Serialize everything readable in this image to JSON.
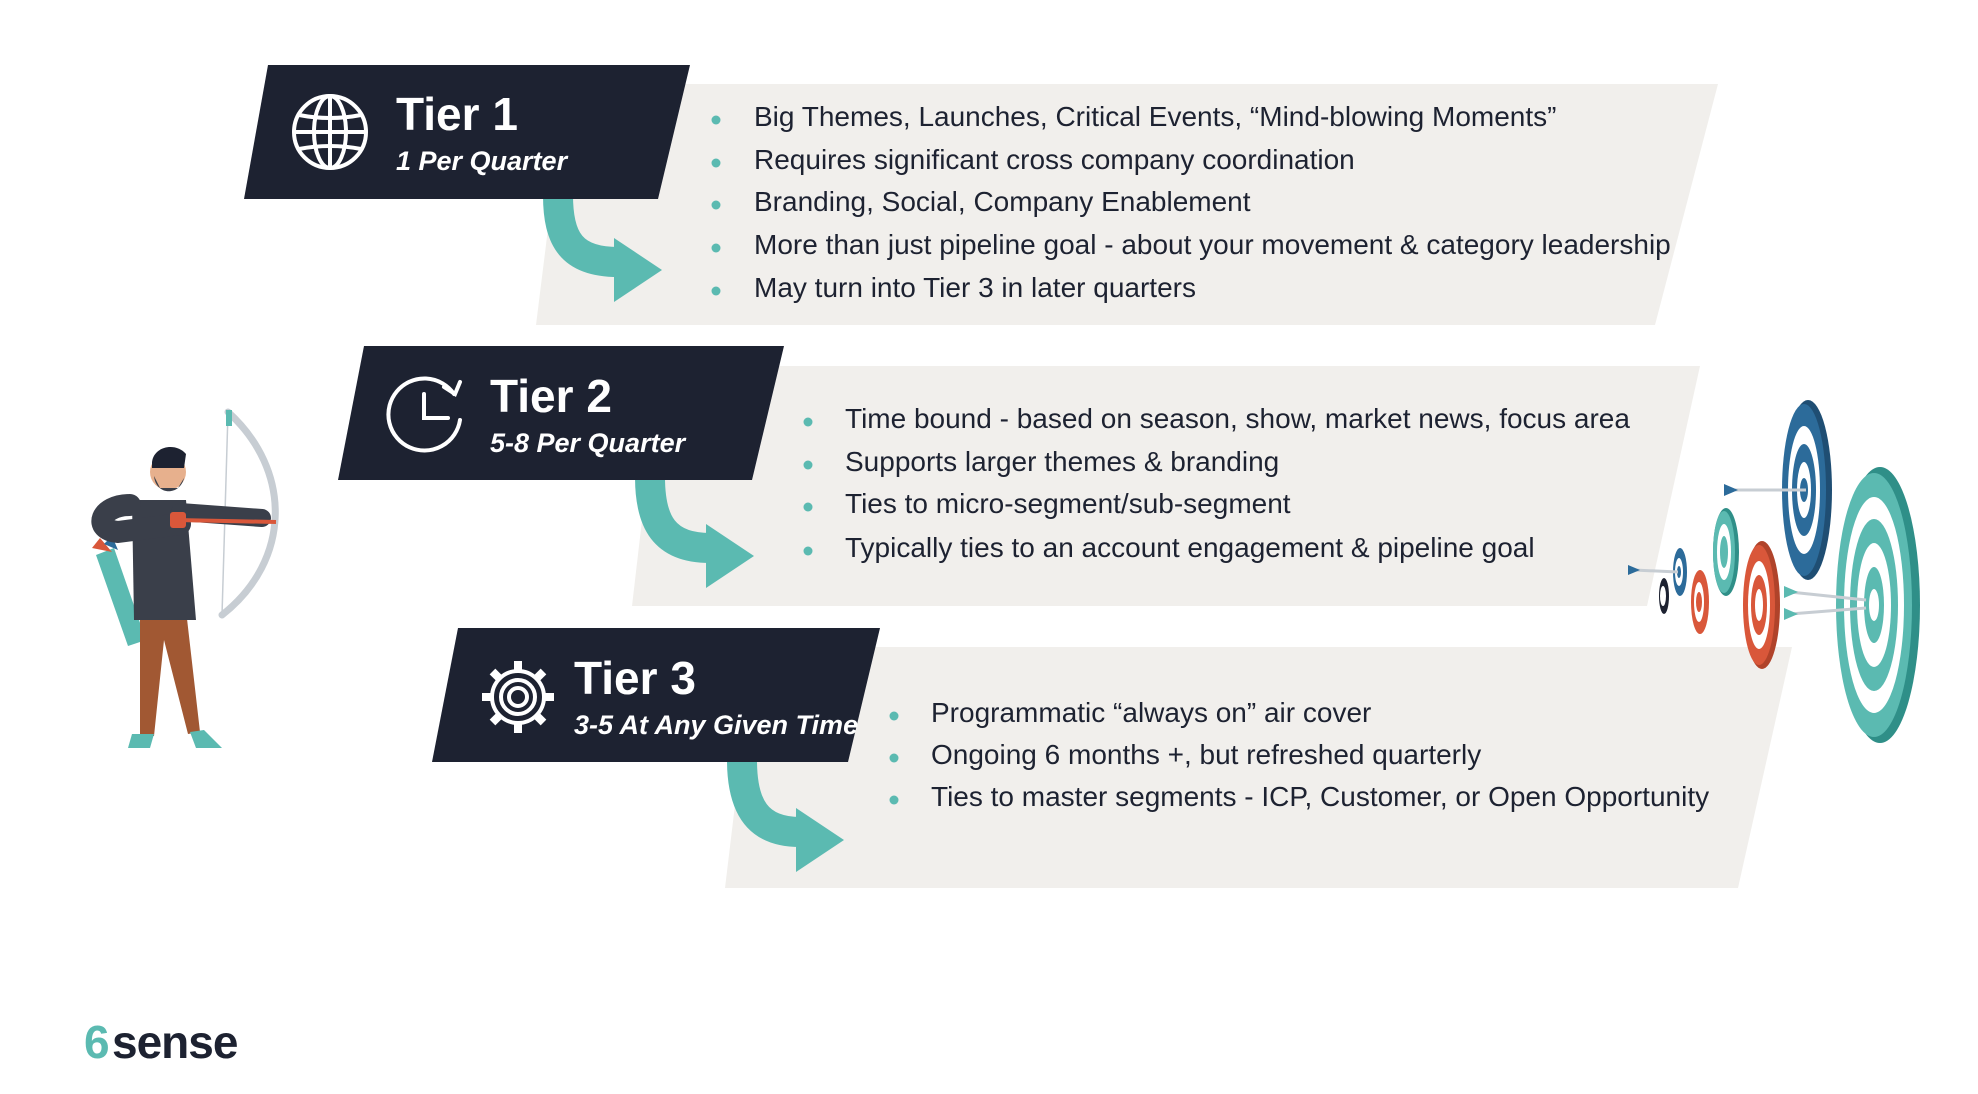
{
  "tiers": [
    {
      "title": "Tier 1",
      "subtitle": "1 Per Quarter",
      "icon": "globe-icon",
      "bullets": [
        "Big Themes, Launches, Critical Events, “Mind-blowing Moments”",
        "Requires significant cross company coordination",
        "Branding, Social, Company Enablement",
        "More than just pipeline goal - about your movement & category leadership",
        "May turn into Tier 3 in later quarters"
      ]
    },
    {
      "title": "Tier 2",
      "subtitle": "5-8 Per Quarter",
      "icon": "clock-icon",
      "bullets": [
        "Time bound - based on season, show, market news, focus area",
        "Supports larger themes & branding",
        "Ties to micro-segment/sub-segment",
        "Typically ties to an account engagement & pipeline goal"
      ]
    },
    {
      "title": "Tier 3",
      "subtitle": "3-5 At Any Given Time",
      "icon": "gear-icon",
      "bullets": [
        "Programmatic “always on” air cover",
        "Ongoing 6 months +, but refreshed quarterly",
        "Ties to master segments - ICP, Customer, or Open Opportunity"
      ]
    }
  ],
  "logo": {
    "text": "sense",
    "mark": "6"
  },
  "colors": {
    "dark": "#1d2231",
    "teal": "#5bbab1",
    "panel": "#f1efec",
    "orange": "#d9573a",
    "blue": "#2c6b9a",
    "text": "#1d2231"
  },
  "illustrations": [
    "archer-illustration",
    "target-icon"
  ]
}
